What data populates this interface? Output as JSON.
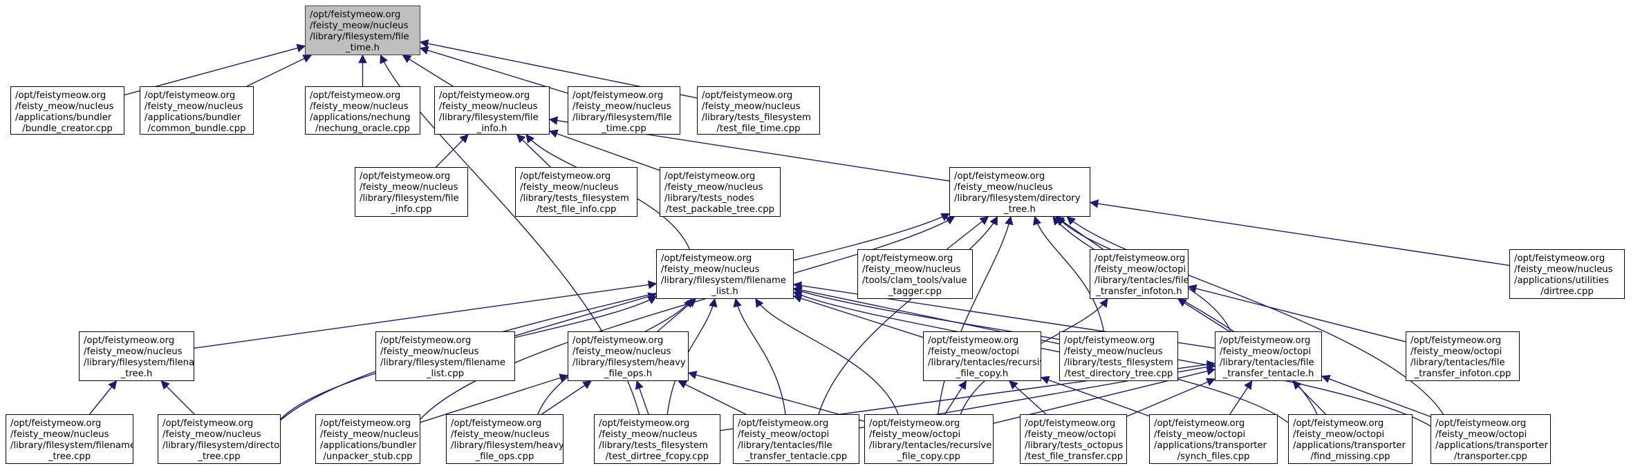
{
  "diagram": {
    "type": "include-dependency-graph",
    "edge_color": "#191970",
    "root_fill": "#bfbfbf",
    "nodes": [
      {
        "id": "file_time_h",
        "root": true,
        "lines": [
          "/opt/feistymeow.org",
          "/feisty_meow/nucleus",
          "/library/filesystem/file",
          "_time.h"
        ]
      },
      {
        "id": "bundle_creator_cpp",
        "lines": [
          "/opt/feistymeow.org",
          "/feisty_meow/nucleus",
          "/applications/bundler",
          "/bundle_creator.cpp"
        ]
      },
      {
        "id": "common_bundle_cpp",
        "lines": [
          "/opt/feistymeow.org",
          "/feisty_meow/nucleus",
          "/applications/bundler",
          "/common_bundle.cpp"
        ]
      },
      {
        "id": "nechung_oracle_cpp",
        "lines": [
          "/opt/feistymeow.org",
          "/feisty_meow/nucleus",
          "/applications/nechung",
          "/nechung_oracle.cpp"
        ]
      },
      {
        "id": "file_info_h",
        "lines": [
          "/opt/feistymeow.org",
          "/feisty_meow/nucleus",
          "/library/filesystem/file",
          "_info.h"
        ]
      },
      {
        "id": "file_time_cpp",
        "lines": [
          "/opt/feistymeow.org",
          "/feisty_meow/nucleus",
          "/library/filesystem/file",
          "_time.cpp"
        ]
      },
      {
        "id": "test_file_time_cpp",
        "lines": [
          "/opt/feistymeow.org",
          "/feisty_meow/nucleus",
          "/library/tests_filesystem",
          "/test_file_time.cpp"
        ]
      },
      {
        "id": "file_info_cpp",
        "lines": [
          "/opt/feistymeow.org",
          "/feisty_meow/nucleus",
          "/library/filesystem/file",
          "_info.cpp"
        ]
      },
      {
        "id": "test_file_info_cpp",
        "lines": [
          "/opt/feistymeow.org",
          "/feisty_meow/nucleus",
          "/library/tests_filesystem",
          "/test_file_info.cpp"
        ]
      },
      {
        "id": "test_packable_tree_cpp",
        "lines": [
          "/opt/feistymeow.org",
          "/feisty_meow/nucleus",
          "/library/tests_nodes",
          "/test_packable_tree.cpp"
        ]
      },
      {
        "id": "directory_tree_h",
        "lines": [
          "/opt/feistymeow.org",
          "/feisty_meow/nucleus",
          "/library/filesystem/directory",
          "_tree.h"
        ]
      },
      {
        "id": "filename_list_h",
        "lines": [
          "/opt/feistymeow.org",
          "/feisty_meow/nucleus",
          "/library/filesystem/filename",
          "_list.h"
        ]
      },
      {
        "id": "value_tagger_cpp",
        "lines": [
          "/opt/feistymeow.org",
          "/feisty_meow/nucleus",
          "/tools/clam_tools/value",
          "_tagger.cpp"
        ]
      },
      {
        "id": "file_transfer_infoton_h",
        "lines": [
          "/opt/feistymeow.org",
          "/feisty_meow/octopi",
          "/library/tentacles/file",
          "_transfer_infoton.h"
        ]
      },
      {
        "id": "dirtree_cpp",
        "lines": [
          "/opt/feistymeow.org",
          "/feisty_meow/nucleus",
          "/applications/utilities",
          "/dirtree.cpp"
        ]
      },
      {
        "id": "filename_tree_h",
        "lines": [
          "/opt/feistymeow.org",
          "/feisty_meow/nucleus",
          "/library/filesystem/filename",
          "_tree.h"
        ]
      },
      {
        "id": "filename_list_cpp",
        "lines": [
          "/opt/feistymeow.org",
          "/feisty_meow/nucleus",
          "/library/filesystem/filename",
          "_list.cpp"
        ]
      },
      {
        "id": "heavy_file_ops_h",
        "lines": [
          "/opt/feistymeow.org",
          "/feisty_meow/nucleus",
          "/library/filesystem/heavy",
          "_file_ops.h"
        ]
      },
      {
        "id": "recursive_file_copy_h",
        "lines": [
          "/opt/feistymeow.org",
          "/feisty_meow/octopi",
          "/library/tentacles/recursive",
          "_file_copy.h"
        ]
      },
      {
        "id": "test_directory_tree_cpp",
        "lines": [
          "/opt/feistymeow.org",
          "/feisty_meow/nucleus",
          "/library/tests_filesystem",
          "/test_directory_tree.cpp"
        ]
      },
      {
        "id": "file_transfer_tentacle_h",
        "lines": [
          "/opt/feistymeow.org",
          "/feisty_meow/octopi",
          "/library/tentacles/file",
          "_transfer_tentacle.h"
        ]
      },
      {
        "id": "file_transfer_infoton_cpp",
        "lines": [
          "/opt/feistymeow.org",
          "/feisty_meow/octopi",
          "/library/tentacles/file",
          "_transfer_infoton.cpp"
        ]
      },
      {
        "id": "filename_tree_cpp",
        "lines": [
          "/opt/feistymeow.org",
          "/feisty_meow/nucleus",
          "/library/filesystem/filename",
          "_tree.cpp"
        ]
      },
      {
        "id": "directory_tree_cpp",
        "lines": [
          "/opt/feistymeow.org",
          "/feisty_meow/nucleus",
          "/library/filesystem/directory",
          "_tree.cpp"
        ]
      },
      {
        "id": "unpacker_stub_cpp",
        "lines": [
          "/opt/feistymeow.org",
          "/feisty_meow/nucleus",
          "/applications/bundler",
          "/unpacker_stub.cpp"
        ]
      },
      {
        "id": "heavy_file_ops_cpp",
        "lines": [
          "/opt/feistymeow.org",
          "/feisty_meow/nucleus",
          "/library/filesystem/heavy",
          "_file_ops.cpp"
        ]
      },
      {
        "id": "test_dirtree_fcopy_cpp",
        "lines": [
          "/opt/feistymeow.org",
          "/feisty_meow/nucleus",
          "/library/tests_filesystem",
          "/test_dirtree_fcopy.cpp"
        ]
      },
      {
        "id": "file_transfer_tentacle_cpp",
        "lines": [
          "/opt/feistymeow.org",
          "/feisty_meow/octopi",
          "/library/tentacles/file",
          "_transfer_tentacle.cpp"
        ]
      },
      {
        "id": "recursive_file_copy_cpp",
        "lines": [
          "/opt/feistymeow.org",
          "/feisty_meow/octopi",
          "/library/tentacles/recursive",
          "_file_copy.cpp"
        ]
      },
      {
        "id": "test_file_transfer_cpp",
        "lines": [
          "/opt/feistymeow.org",
          "/feisty_meow/octopi",
          "/library/tests_octopus",
          "/test_file_transfer.cpp"
        ]
      },
      {
        "id": "synch_files_cpp",
        "lines": [
          "/opt/feistymeow.org",
          "/feisty_meow/octopi",
          "/applications/transporter",
          "/synch_files.cpp"
        ]
      },
      {
        "id": "find_missing_cpp",
        "lines": [
          "/opt/feistymeow.org",
          "/feisty_meow/octopi",
          "/applications/transporter",
          "/find_missing.cpp"
        ]
      },
      {
        "id": "transporter_cpp",
        "lines": [
          "/opt/feistymeow.org",
          "/feisty_meow/octopi",
          "/applications/transporter",
          "/transporter.cpp"
        ]
      }
    ],
    "edges": [
      [
        "bundle_creator_cpp",
        "file_time_h"
      ],
      [
        "common_bundle_cpp",
        "file_time_h"
      ],
      [
        "nechung_oracle_cpp",
        "file_time_h"
      ],
      [
        "file_info_h",
        "file_time_h"
      ],
      [
        "file_time_cpp",
        "file_time_h"
      ],
      [
        "test_file_time_cpp",
        "file_time_h"
      ],
      [
        "test_dirtree_fcopy_cpp",
        "file_time_h"
      ],
      [
        "file_info_cpp",
        "file_info_h"
      ],
      [
        "test_file_info_cpp",
        "file_info_h"
      ],
      [
        "test_packable_tree_cpp",
        "file_info_h"
      ],
      [
        "directory_tree_h",
        "file_info_h"
      ],
      [
        "filename_list_h",
        "file_info_h"
      ],
      [
        "value_tagger_cpp",
        "directory_tree_h"
      ],
      [
        "file_transfer_infoton_h",
        "directory_tree_h"
      ],
      [
        "dirtree_cpp",
        "directory_tree_h"
      ],
      [
        "file_transfer_tentacle_h",
        "directory_tree_h"
      ],
      [
        "test_directory_tree_cpp",
        "directory_tree_h"
      ],
      [
        "recursive_file_copy_cpp",
        "directory_tree_h"
      ],
      [
        "file_transfer_tentacle_cpp",
        "directory_tree_h"
      ],
      [
        "directory_tree_cpp",
        "directory_tree_h"
      ],
      [
        "unpacker_stub_cpp",
        "directory_tree_h"
      ],
      [
        "find_missing_cpp",
        "directory_tree_h"
      ],
      [
        "transporter_cpp",
        "directory_tree_h"
      ],
      [
        "filename_tree_h",
        "filename_list_h"
      ],
      [
        "filename_list_cpp",
        "filename_list_h"
      ],
      [
        "heavy_file_ops_h",
        "filename_list_h"
      ],
      [
        "recursive_file_copy_h",
        "filename_list_h"
      ],
      [
        "test_directory_tree_cpp",
        "filename_list_h"
      ],
      [
        "file_transfer_tentacle_h",
        "filename_list_h"
      ],
      [
        "directory_tree_cpp",
        "filename_list_h"
      ],
      [
        "heavy_file_ops_cpp",
        "filename_list_h"
      ],
      [
        "test_dirtree_fcopy_cpp",
        "filename_list_h"
      ],
      [
        "file_transfer_tentacle_cpp",
        "filename_list_h"
      ],
      [
        "recursive_file_copy_cpp",
        "filename_list_h"
      ],
      [
        "find_missing_cpp",
        "filename_list_h"
      ],
      [
        "transporter_cpp",
        "filename_list_h"
      ],
      [
        "file_transfer_tentacle_h",
        "file_transfer_infoton_h"
      ],
      [
        "file_transfer_infoton_cpp",
        "file_transfer_infoton_h"
      ],
      [
        "recursive_file_copy_cpp",
        "file_transfer_infoton_h"
      ],
      [
        "filename_tree_cpp",
        "filename_tree_h"
      ],
      [
        "directory_tree_cpp",
        "filename_tree_h"
      ],
      [
        "unpacker_stub_cpp",
        "heavy_file_ops_h"
      ],
      [
        "heavy_file_ops_cpp",
        "heavy_file_ops_h"
      ],
      [
        "test_dirtree_fcopy_cpp",
        "heavy_file_ops_h"
      ],
      [
        "file_transfer_tentacle_cpp",
        "heavy_file_ops_h"
      ],
      [
        "recursive_file_copy_cpp",
        "heavy_file_ops_h"
      ],
      [
        "recursive_file_copy_cpp",
        "recursive_file_copy_h"
      ],
      [
        "test_file_transfer_cpp",
        "recursive_file_copy_h"
      ],
      [
        "synch_files_cpp",
        "recursive_file_copy_h"
      ],
      [
        "file_transfer_tentacle_cpp",
        "file_transfer_tentacle_h"
      ],
      [
        "recursive_file_copy_cpp",
        "file_transfer_tentacle_h"
      ],
      [
        "test_file_transfer_cpp",
        "file_transfer_tentacle_h"
      ],
      [
        "synch_files_cpp",
        "file_transfer_tentacle_h"
      ],
      [
        "find_missing_cpp",
        "file_transfer_tentacle_h"
      ],
      [
        "transporter_cpp",
        "file_transfer_tentacle_h"
      ],
      [
        "test_dirtree_fcopy_cpp",
        "file_transfer_tentacle_h"
      ]
    ]
  }
}
